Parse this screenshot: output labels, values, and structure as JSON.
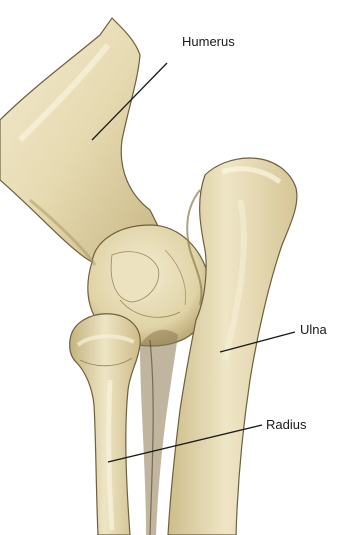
{
  "labels": {
    "humerus": "Humerus",
    "ulna": "Ulna",
    "radius": "Radius"
  },
  "colors": {
    "background": "#ffffff",
    "bone_fill": "#e9dfba",
    "bone_light": "#f3ecd2",
    "bone_shadow": "#b9a677",
    "bone_dark": "#8c7a52",
    "outline": "#6e5f3e",
    "leader_line": "#1a1a1a"
  },
  "icons": [
    "humerus-bone",
    "ulna-bone",
    "radius-bone",
    "elbow-joint"
  ]
}
